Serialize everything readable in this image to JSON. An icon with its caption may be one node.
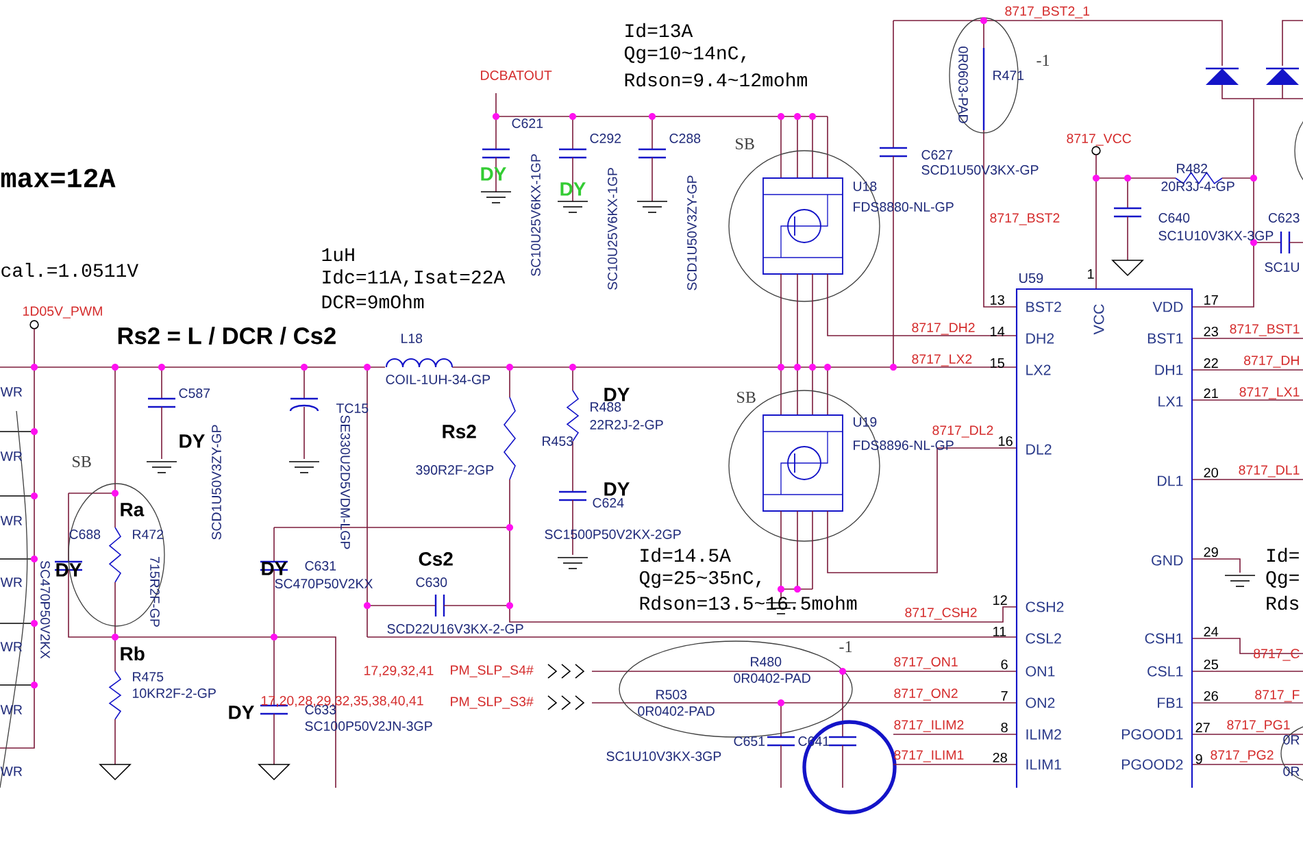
{
  "diagram": {
    "nodes": [
      {
        "text": [
          "VCC",
          "BST2",
          "VDD",
          "DH2",
          "BST1",
          "LX2",
          "DH1",
          "LX1",
          "DL2",
          "DL1",
          "GND",
          "CSH2",
          "CSL2",
          "CSH1",
          "ON1",
          "CSL1",
          "ON2",
          "FB1",
          "ILIM2",
          "PGOOD1",
          "ILIM1",
          "PGOOD2"
        ],
        "beside": [
          "U59"
        ]
      }
    ],
    "labels": [
      "8717_BST2_1",
      "Id=13A",
      "Qg=10~14nC,",
      "Rdson=9.4~12mohm",
      "-1",
      "R471",
      "0R0603-PAD",
      "DCBATOUT",
      "C621",
      "C292",
      "C288",
      "SB",
      "8717_VCC",
      "C627",
      "SCD1U50V3KX-GP",
      "R482",
      "20R3J-4-GP",
      "DY",
      "DY",
      "SC10U25V6KX-1GP",
      "SC10U25V6KX-1GP",
      "SCD1U50V3ZY-GP",
      "U18",
      "FDS8880-NL-GP",
      "8717_BST2",
      "C640",
      "SC1U10V3KX-3GP",
      "C623",
      "SC1U",
      "max=12A",
      "1uH",
      "Idc=11A,Isat=22A",
      "DCR=9mOhm",
      "cal.=1.0511V",
      "1D05V_PWM",
      "13",
      "17",
      "1",
      "Rs2 = L / DCR / Cs2",
      "L18",
      "8717_DH2",
      "14",
      "23",
      "8717_BST1",
      "8717_LX2",
      "15",
      "22",
      "8717_DH",
      "COIL-1UH-34-GP",
      "WR",
      "C587",
      "DY",
      "SB",
      "21",
      "8717_LX1",
      "TC15",
      "R488",
      "22R2J-2-GP",
      "U19",
      "Rs2",
      "FDS8896-NL-GP",
      "8717_DL2",
      "16",
      "DY",
      "R453",
      "WR",
      "SB",
      "390R2F-2GP",
      "20",
      "8717_DL1",
      "SCD1U50V3ZY-GP",
      "SE330U2D5VDM-LGP",
      "DY",
      "C624",
      "Ra",
      "WR",
      "C688",
      "R472",
      "SC1500P50V2KX-2GP",
      "Id=14.5A",
      "Id=",
      "29",
      "DY",
      "DY",
      "C631",
      "Cs2",
      "Qg=25~35nC,",
      "Qg=",
      "WR",
      "SC470P50V2KX",
      "C630",
      "SC470P50V2KX",
      "715R2F-GP",
      "Rdson=13.5~16.5mohm",
      "Rds",
      "12",
      "8717_CSH2",
      "SCD22U16V3KX-2-GP",
      "11",
      "24",
      "WR",
      "-1",
      "Rb",
      "8717_C",
      "R480",
      "8717_ON1",
      "6",
      "25",
      "17,29,32,41",
      "PM_SLP_S4#",
      "R475",
      "0R0402-PAD",
      "10KR2F-2-GP",
      "R503",
      "8717_ON2",
      "7",
      "26",
      "8717_F",
      "17,20,28,29,32,35,38,40,41",
      "PM_SLP_S3#",
      "WR",
      "DY",
      "C633",
      "0R0402-PAD",
      "SC100P50V2JN-3GP",
      "8717_ILIM2",
      "8",
      "27",
      "8717_PG1",
      "C651",
      "C641",
      "0R",
      "WR",
      "SC1U10V3KX-3GP",
      "8717_ILIM1",
      "28",
      "9",
      "8717_PG2",
      "0R"
    ]
  }
}
